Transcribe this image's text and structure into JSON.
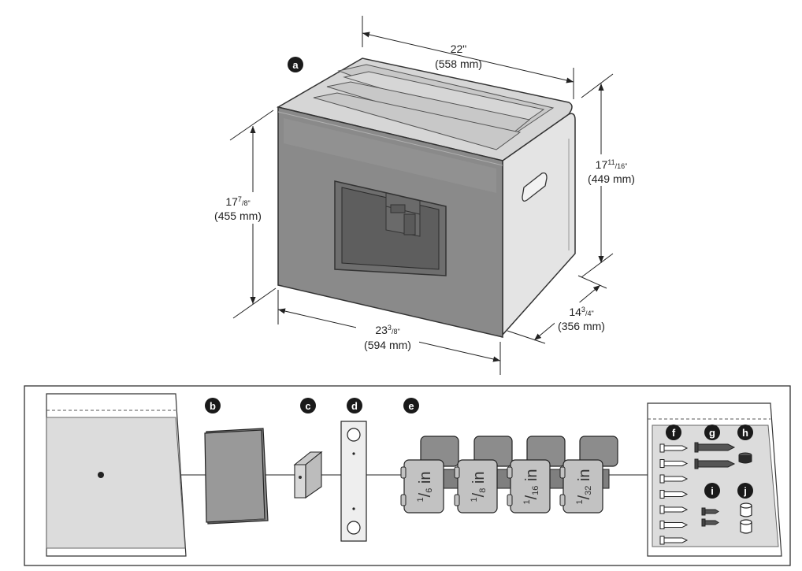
{
  "labels": {
    "a": "a",
    "b": "b",
    "c": "c",
    "d": "d",
    "e": "e",
    "f": "f",
    "g": "g",
    "h": "h",
    "i": "i",
    "j": "j"
  },
  "dimensions": {
    "width": {
      "inch": "22\"",
      "mm": "(558 mm)"
    },
    "depth_total": {
      "inch_whole": "17",
      "inch_sup": "11",
      "inch_sub": "/16\"",
      "mm": "(449 mm)"
    },
    "front_height": {
      "inch_whole": "17",
      "inch_sup": "7",
      "inch_sub": "/8\"",
      "mm": "(455 mm)"
    },
    "front_width": {
      "inch_whole": "23",
      "inch_sup": "3",
      "inch_sub": "/8\"",
      "mm": "(594 mm)"
    },
    "panel_depth": {
      "inch_whole": "14",
      "inch_sup": "3",
      "inch_sub": "/4\"",
      "mm": "(356 mm)"
    }
  },
  "shims": [
    {
      "num": "1",
      "den": "6",
      "unit": "in"
    },
    {
      "num": "1",
      "den": "8",
      "unit": "in"
    },
    {
      "num": "1",
      "den": "16",
      "unit": "in"
    },
    {
      "num": "1",
      "den": "32",
      "unit": "in"
    }
  ],
  "colors": {
    "front_panel": "#8a8a8a",
    "body": "#e3e3e3",
    "shim": "#c2c2c2",
    "shim_back": "#8c8c8c",
    "bag": "#dcdcdc",
    "badge": "#1a1a1a"
  }
}
